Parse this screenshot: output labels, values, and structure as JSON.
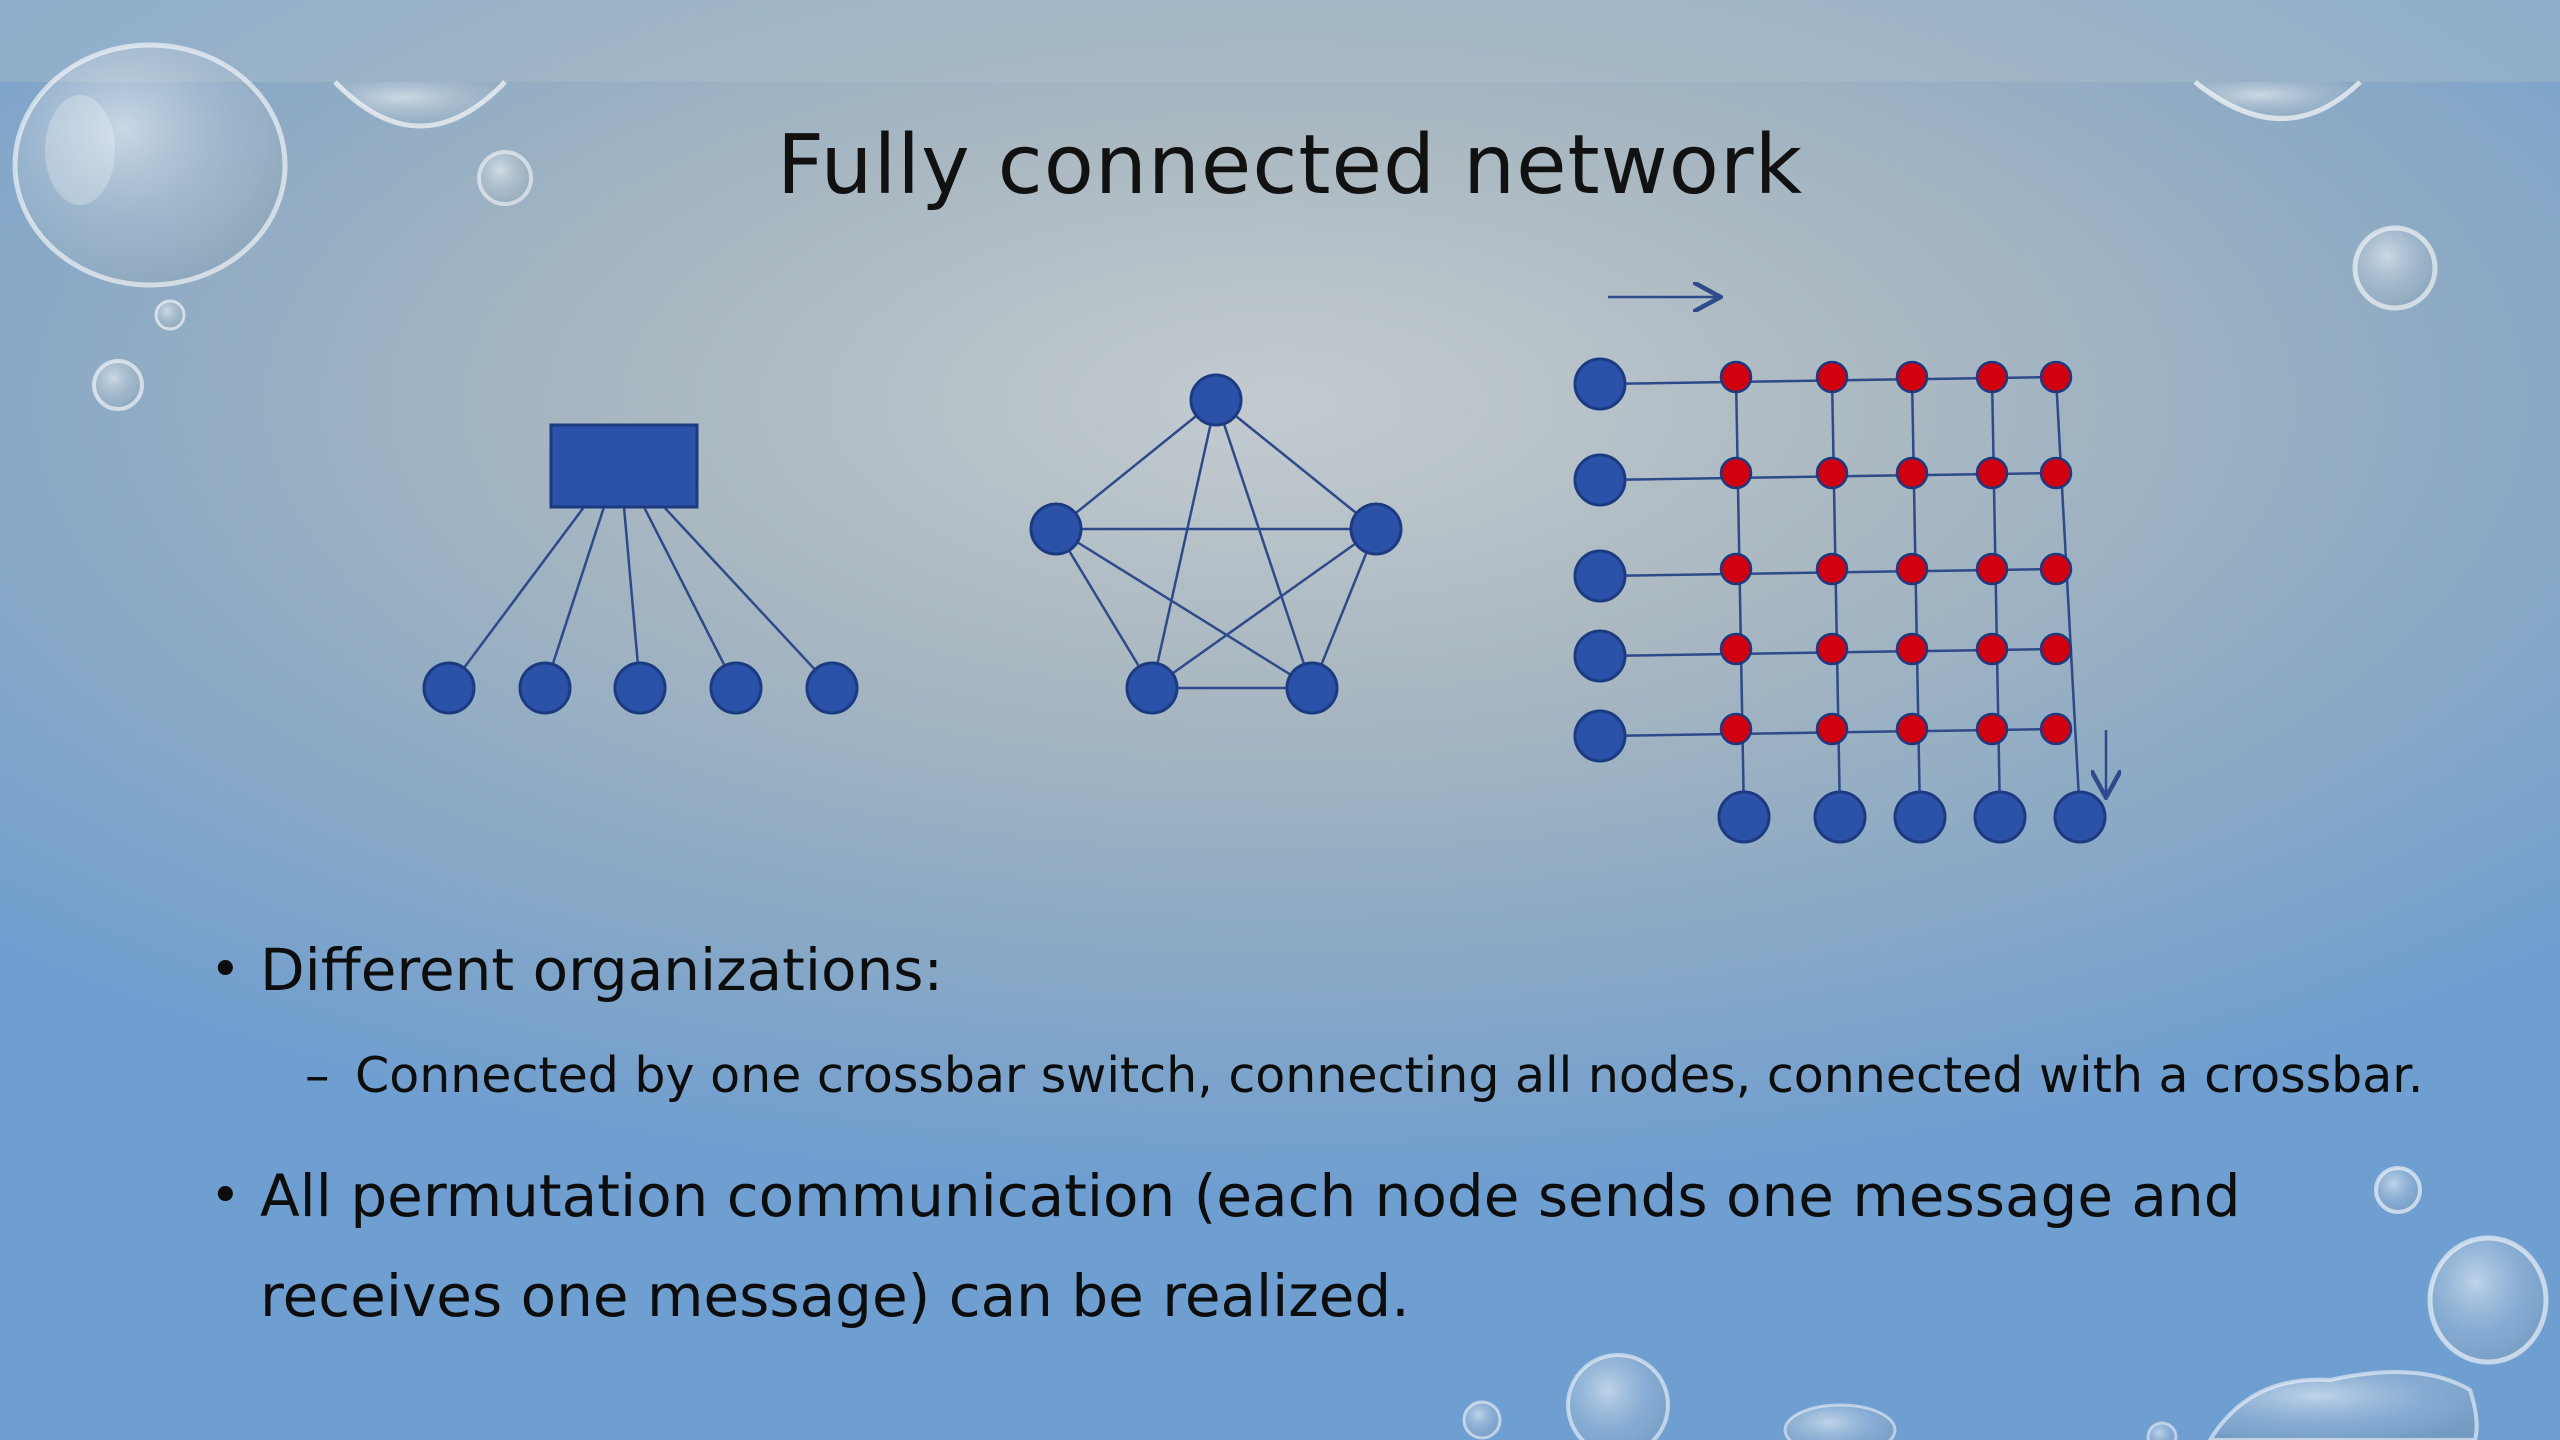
{
  "slide": {
    "title": "Fully connected network",
    "bullets": [
      {
        "text": "Different organizations:",
        "subbullets": [
          "Connected by one crossbar switch, connecting all nodes, connected with a crossbar."
        ]
      },
      {
        "text": "All permutation communication (each node sends one message and receives one message) can be realized."
      }
    ]
  },
  "colors": {
    "node": "#2b51a8",
    "node_stroke": "#1c3a80",
    "crosspoint": "#d10010",
    "edge": "#2e4a8a",
    "text": "#0d0d0d"
  },
  "diagrams": [
    "switch-star-network",
    "pentagon-complete-graph",
    "crossbar-grid"
  ]
}
